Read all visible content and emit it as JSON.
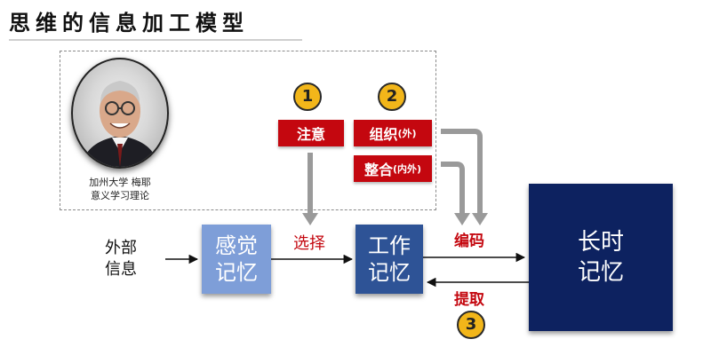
{
  "title": "思维的信息加工模型",
  "portrait": {
    "caption_line1": "加州大学 梅耶",
    "caption_line2": "意义学习理论"
  },
  "steps": {
    "step1": "1",
    "step2": "2",
    "step3": "3"
  },
  "processes": {
    "attention": "注意",
    "organize": "组织",
    "organize_note": "(外)",
    "integrate": "整合",
    "integrate_note": "(内外)"
  },
  "stores": {
    "external_line1": "外部",
    "external_line2": "信息",
    "sensory_line1": "感觉",
    "sensory_line2": "记忆",
    "working_line1": "工作",
    "working_line2": "记忆",
    "longterm_line1": "长时",
    "longterm_line2": "记忆"
  },
  "labels": {
    "select": "选择",
    "encode": "编码",
    "retrieve": "提取"
  },
  "colors": {
    "process_red": "#c4070f",
    "step_yellow": "#f2b61a",
    "sensory_blue": "#7e9ed8",
    "working_blue": "#2e5396",
    "longterm_navy": "#0d2260",
    "arrow_gray": "#b8b8b8"
  }
}
